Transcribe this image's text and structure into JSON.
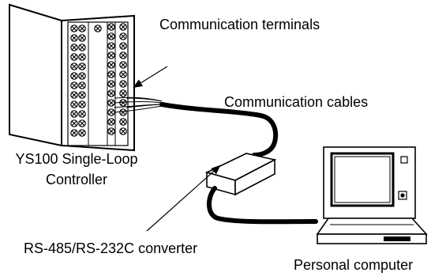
{
  "labels": {
    "communication_terminals": "Communication terminals",
    "communication_cables": "Communication cables",
    "controller_line1": "YS100 Single-Loop",
    "controller_line2": "Controller",
    "converter": "RS-485/RS-232C converter",
    "personal_computer": "Personal computer"
  }
}
